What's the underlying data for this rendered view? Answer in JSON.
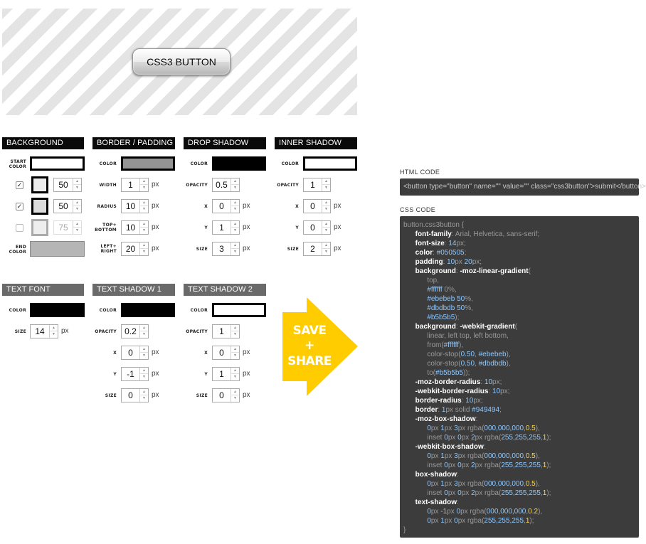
{
  "preview": {
    "button_label": "CSS3 BUTTON"
  },
  "panels": {
    "background": {
      "title": "BACKGROUND",
      "start_color_label": "START\nCOLOR",
      "end_color_label": "END\nCOLOR",
      "stops": [
        {
          "checked": true,
          "checkmark": "✓",
          "value": "50"
        },
        {
          "checked": true,
          "checkmark": "✓",
          "value": "50"
        },
        {
          "checked": false,
          "checkmark": "",
          "value": "75"
        }
      ],
      "start_color": "#ffffff",
      "end_color": "#b5b5b5"
    },
    "border": {
      "title": "BORDER / PADDING",
      "color_label": "COLOR",
      "color": "#949494",
      "width_label": "WIDTH",
      "width": "1",
      "radius_label": "RADIUS",
      "radius": "10",
      "tb_label": "TOP+\nBOTTOM",
      "tb": "10",
      "lr_label": "LEFT+\nRIGHT",
      "lr": "20"
    },
    "drop_shadow": {
      "title": "DROP SHADOW",
      "color_label": "COLOR",
      "color": "#000000",
      "opacity_label": "OPACITY",
      "opacity": "0.5",
      "x_label": "X",
      "x": "0",
      "y_label": "Y",
      "y": "1",
      "size_label": "SIZE",
      "size": "3"
    },
    "inner_shadow": {
      "title": "INNER SHADOW",
      "color_label": "COLOR",
      "color": "#ffffff",
      "opacity_label": "OPACITY",
      "opacity": "1",
      "x_label": "X",
      "x": "0",
      "y_label": "Y",
      "y": "0",
      "size_label": "SIZE",
      "size": "2"
    },
    "text_font": {
      "title": "TEXT FONT",
      "color_label": "COLOR",
      "color": "#000000",
      "size_label": "SIZE",
      "size": "14"
    },
    "text_shadow_1": {
      "title": "TEXT SHADOW 1",
      "color_label": "COLOR",
      "color": "#000000",
      "opacity_label": "OPACITY",
      "opacity": "0.2",
      "x_label": "X",
      "x": "0",
      "y_label": "Y",
      "y": "-1",
      "size_label": "SIZE",
      "size": "0"
    },
    "text_shadow_2": {
      "title": "TEXT SHADOW 2",
      "color_label": "COLOR",
      "color": "#ffffff",
      "opacity_label": "OPACITY",
      "opacity": "1",
      "x_label": "X",
      "x": "0",
      "y_label": "Y",
      "y": "1",
      "size_label": "SIZE",
      "size": "0"
    }
  },
  "units": {
    "px": "px"
  },
  "spinner_icons": {
    "up": "▲",
    "down": "▼"
  },
  "save_share": {
    "line1": "SAVE",
    "line2": "+",
    "line3": "SHARE",
    "color": "#ffcc00"
  },
  "html_code": {
    "label": "HTML CODE",
    "value": "<button type=\"button\" name=\"\" value=\"\" class=\"css3button\">submit</button>"
  },
  "css_code": {
    "label": "CSS CODE",
    "lines": [
      [
        [
          "t",
          "button.css3button {"
        ]
      ],
      [
        [
          "t",
          "\t"
        ],
        [
          "b",
          "font-family"
        ],
        [
          "t",
          ": Arial, Helvetica, sans-serif;"
        ]
      ],
      [
        [
          "t",
          "\t"
        ],
        [
          "b",
          "font-size"
        ],
        [
          "t",
          ": "
        ],
        [
          "n",
          "14"
        ],
        [
          "t",
          "px;"
        ]
      ],
      [
        [
          "t",
          "\t"
        ],
        [
          "b",
          "color"
        ],
        [
          "t",
          ": "
        ],
        [
          "n",
          "#050505"
        ],
        [
          "t",
          ";"
        ]
      ],
      [
        [
          "t",
          "\t"
        ],
        [
          "b",
          "padding"
        ],
        [
          "t",
          ": "
        ],
        [
          "n",
          "10"
        ],
        [
          "t",
          "px "
        ],
        [
          "n",
          "20"
        ],
        [
          "t",
          "px;"
        ]
      ],
      [
        [
          "t",
          "\t"
        ],
        [
          "b",
          "background"
        ],
        [
          "t",
          ": "
        ],
        [
          "b",
          "-moz-linear-gradient"
        ],
        [
          "t",
          "("
        ]
      ],
      [
        [
          "t",
          "\t\ttop,"
        ]
      ],
      [
        [
          "t",
          "\t\t"
        ],
        [
          "n",
          "#ffffff"
        ],
        [
          "t",
          " 0%,"
        ]
      ],
      [
        [
          "t",
          "\t\t"
        ],
        [
          "n",
          "#ebebeb"
        ],
        [
          "t",
          " "
        ],
        [
          "n",
          "50"
        ],
        [
          "t",
          "%,"
        ]
      ],
      [
        [
          "t",
          "\t\t"
        ],
        [
          "n",
          "#dbdbdb"
        ],
        [
          "t",
          " "
        ],
        [
          "n",
          "50"
        ],
        [
          "t",
          "%,"
        ]
      ],
      [
        [
          "t",
          "\t\t"
        ],
        [
          "n",
          "#b5b5b5"
        ],
        [
          "t",
          ");"
        ]
      ],
      [
        [
          "t",
          "\t"
        ],
        [
          "b",
          "background"
        ],
        [
          "t",
          ": "
        ],
        [
          "b",
          "-webkit-gradient"
        ],
        [
          "t",
          "("
        ]
      ],
      [
        [
          "t",
          "\t\tlinear, left top, left bottom,"
        ]
      ],
      [
        [
          "t",
          "\t\tfrom("
        ],
        [
          "n",
          "#ffffff"
        ],
        [
          "t",
          "),"
        ]
      ],
      [
        [
          "t",
          "\t\tcolor-stop("
        ],
        [
          "n",
          "0.50"
        ],
        [
          "t",
          ", "
        ],
        [
          "n",
          "#ebebeb"
        ],
        [
          "t",
          "),"
        ]
      ],
      [
        [
          "t",
          "\t\tcolor-stop("
        ],
        [
          "n",
          "0.50"
        ],
        [
          "t",
          ", "
        ],
        [
          "n",
          "#dbdbdb"
        ],
        [
          "t",
          "),"
        ]
      ],
      [
        [
          "t",
          "\t\tto("
        ],
        [
          "n",
          "#b5b5b5"
        ],
        [
          "t",
          "));"
        ]
      ],
      [
        [
          "t",
          "\t"
        ],
        [
          "b",
          "-moz-border-radius"
        ],
        [
          "t",
          ": "
        ],
        [
          "n",
          "10"
        ],
        [
          "t",
          "px;"
        ]
      ],
      [
        [
          "t",
          "\t"
        ],
        [
          "b",
          "-webkit-border-radius"
        ],
        [
          "t",
          ": "
        ],
        [
          "n",
          "10"
        ],
        [
          "t",
          "px;"
        ]
      ],
      [
        [
          "t",
          "\t"
        ],
        [
          "b",
          "border-radius"
        ],
        [
          "t",
          ": "
        ],
        [
          "n",
          "10"
        ],
        [
          "t",
          "px;"
        ]
      ],
      [
        [
          "t",
          "\t"
        ],
        [
          "b",
          "border"
        ],
        [
          "t",
          ": "
        ],
        [
          "n",
          "1"
        ],
        [
          "t",
          "px solid "
        ],
        [
          "n",
          "#949494"
        ],
        [
          "t",
          ";"
        ]
      ],
      [
        [
          "t",
          "\t"
        ],
        [
          "b",
          "-moz-box-shadow"
        ],
        [
          "t",
          ":"
        ]
      ],
      [
        [
          "t",
          "\t\t"
        ],
        [
          "n",
          "0"
        ],
        [
          "t",
          "px "
        ],
        [
          "n",
          "1"
        ],
        [
          "t",
          "px "
        ],
        [
          "n",
          "3"
        ],
        [
          "t",
          "px rgba("
        ],
        [
          "n",
          "000,000,000"
        ],
        [
          "t",
          ","
        ],
        [
          "y",
          "0.5"
        ],
        [
          "t",
          "),"
        ]
      ],
      [
        [
          "t",
          "\t\tinset "
        ],
        [
          "n",
          "0"
        ],
        [
          "t",
          "px "
        ],
        [
          "n",
          "0"
        ],
        [
          "t",
          "px "
        ],
        [
          "n",
          "2"
        ],
        [
          "t",
          "px rgba("
        ],
        [
          "n",
          "255,255,255"
        ],
        [
          "t",
          ","
        ],
        [
          "y",
          "1"
        ],
        [
          "t",
          ");"
        ]
      ],
      [
        [
          "t",
          "\t"
        ],
        [
          "b",
          "-webkit-box-shadow"
        ],
        [
          "t",
          ":"
        ]
      ],
      [
        [
          "t",
          "\t\t"
        ],
        [
          "n",
          "0"
        ],
        [
          "t",
          "px "
        ],
        [
          "n",
          "1"
        ],
        [
          "t",
          "px "
        ],
        [
          "n",
          "3"
        ],
        [
          "t",
          "px rgba("
        ],
        [
          "n",
          "000,000,000"
        ],
        [
          "t",
          ","
        ],
        [
          "y",
          "0.5"
        ],
        [
          "t",
          "),"
        ]
      ],
      [
        [
          "t",
          "\t\tinset "
        ],
        [
          "n",
          "0"
        ],
        [
          "t",
          "px "
        ],
        [
          "n",
          "0"
        ],
        [
          "t",
          "px "
        ],
        [
          "n",
          "2"
        ],
        [
          "t",
          "px rgba("
        ],
        [
          "n",
          "255,255,255"
        ],
        [
          "t",
          ","
        ],
        [
          "y",
          "1"
        ],
        [
          "t",
          ");"
        ]
      ],
      [
        [
          "t",
          "\t"
        ],
        [
          "b",
          "box-shadow"
        ],
        [
          "t",
          ":"
        ]
      ],
      [
        [
          "t",
          "\t\t"
        ],
        [
          "n",
          "0"
        ],
        [
          "t",
          "px "
        ],
        [
          "n",
          "1"
        ],
        [
          "t",
          "px "
        ],
        [
          "n",
          "3"
        ],
        [
          "t",
          "px rgba("
        ],
        [
          "n",
          "000,000,000"
        ],
        [
          "t",
          ","
        ],
        [
          "y",
          "0.5"
        ],
        [
          "t",
          "),"
        ]
      ],
      [
        [
          "t",
          "\t\tinset "
        ],
        [
          "n",
          "0"
        ],
        [
          "t",
          "px "
        ],
        [
          "n",
          "0"
        ],
        [
          "t",
          "px "
        ],
        [
          "n",
          "2"
        ],
        [
          "t",
          "px rgba("
        ],
        [
          "n",
          "255,255,255"
        ],
        [
          "t",
          ","
        ],
        [
          "y",
          "1"
        ],
        [
          "t",
          ");"
        ]
      ],
      [
        [
          "t",
          "\t"
        ],
        [
          "b",
          "text-shadow"
        ],
        [
          "t",
          ":"
        ]
      ],
      [
        [
          "t",
          "\t\t"
        ],
        [
          "n",
          "0"
        ],
        [
          "t",
          "px "
        ],
        [
          "n",
          "-1"
        ],
        [
          "t",
          "px "
        ],
        [
          "n",
          "0"
        ],
        [
          "t",
          "px rgba("
        ],
        [
          "n",
          "000,000,000"
        ],
        [
          "t",
          ","
        ],
        [
          "y",
          "0.2"
        ],
        [
          "t",
          "),"
        ]
      ],
      [
        [
          "t",
          "\t\t"
        ],
        [
          "n",
          "0"
        ],
        [
          "t",
          "px "
        ],
        [
          "n",
          "1"
        ],
        [
          "t",
          "px "
        ],
        [
          "n",
          "0"
        ],
        [
          "t",
          "px rgba("
        ],
        [
          "n",
          "255,255,255"
        ],
        [
          "t",
          ","
        ],
        [
          "y",
          "1"
        ],
        [
          "t",
          ");"
        ]
      ],
      [
        [
          "t",
          "}"
        ]
      ]
    ]
  }
}
